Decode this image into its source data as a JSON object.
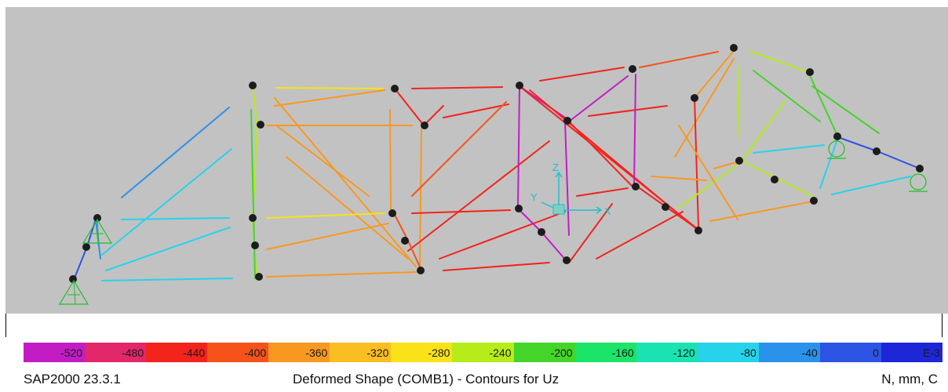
{
  "status_bar": {
    "version": "SAP2000 23.3.1",
    "view_title": "Deformed Shape (COMB1) - Contours for Uz",
    "units": "N, mm, C"
  },
  "axes": {
    "z": "Z",
    "y": "Y",
    "x": "X"
  },
  "legend": {
    "labels": [
      "-520",
      "-480",
      "-440",
      "-400",
      "-360",
      "-320",
      "-280",
      "-240",
      "-200",
      "-160",
      "-120",
      "-80",
      "-40",
      "0",
      "E-3"
    ],
    "colors": [
      "#c21dc4",
      "#e2276a",
      "#f2241c",
      "#f5531a",
      "#f99821",
      "#fbbe22",
      "#f9e217",
      "#b5ec1a",
      "#44d52a",
      "#1ce468",
      "#19e3b2",
      "#26d3ea",
      "#2a92ea",
      "#2c55e4",
      "#1d27d8"
    ]
  }
}
